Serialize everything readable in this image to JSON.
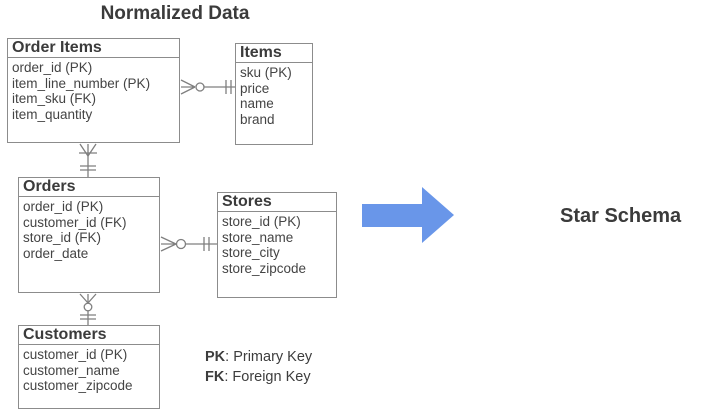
{
  "title": "Normalized Data",
  "star_schema_label": "Star Schema",
  "arrow": {
    "color": "#6996e9",
    "direction": "right"
  },
  "tables": {
    "order_items": {
      "name": "Order Items",
      "fields": [
        "order_id (PK)",
        "item_line_number (PK)",
        "item_sku (FK)",
        "item_quantity"
      ]
    },
    "items": {
      "name": "Items",
      "fields": [
        "sku (PK)",
        "price",
        "name",
        "brand"
      ]
    },
    "orders": {
      "name": "Orders",
      "fields": [
        "order_id (PK)",
        "customer_id (FK)",
        "store_id (FK)",
        "order_date"
      ]
    },
    "stores": {
      "name": "Stores",
      "fields": [
        "store_id (PK)",
        "store_name",
        "store_city",
        "store_zipcode"
      ]
    },
    "customers": {
      "name": "Customers",
      "fields": [
        "customer_id (PK)",
        "customer_name",
        "customer_zipcode"
      ]
    }
  },
  "legend": {
    "pk_abbr": "PK",
    "pk_rest": ": Primary Key",
    "fk_abbr": "FK",
    "fk_rest": ": Foreign Key"
  },
  "relationships": [
    {
      "from": "Order Items",
      "to": "Items",
      "from_cardinality": "zero-or-many",
      "to_cardinality": "one-and-only-one"
    },
    {
      "from": "Order Items",
      "to": "Orders",
      "from_cardinality": "one-or-many",
      "to_cardinality": "one-and-only-one"
    },
    {
      "from": "Orders",
      "to": "Stores",
      "from_cardinality": "zero-or-many",
      "to_cardinality": "one-and-only-one"
    },
    {
      "from": "Orders",
      "to": "Customers",
      "from_cardinality": "zero-or-many",
      "to_cardinality": "one-and-only-one"
    }
  ],
  "colors": {
    "line": "#7f7f7f",
    "border": "#8c8c8c",
    "text": "#3d3d3d"
  }
}
